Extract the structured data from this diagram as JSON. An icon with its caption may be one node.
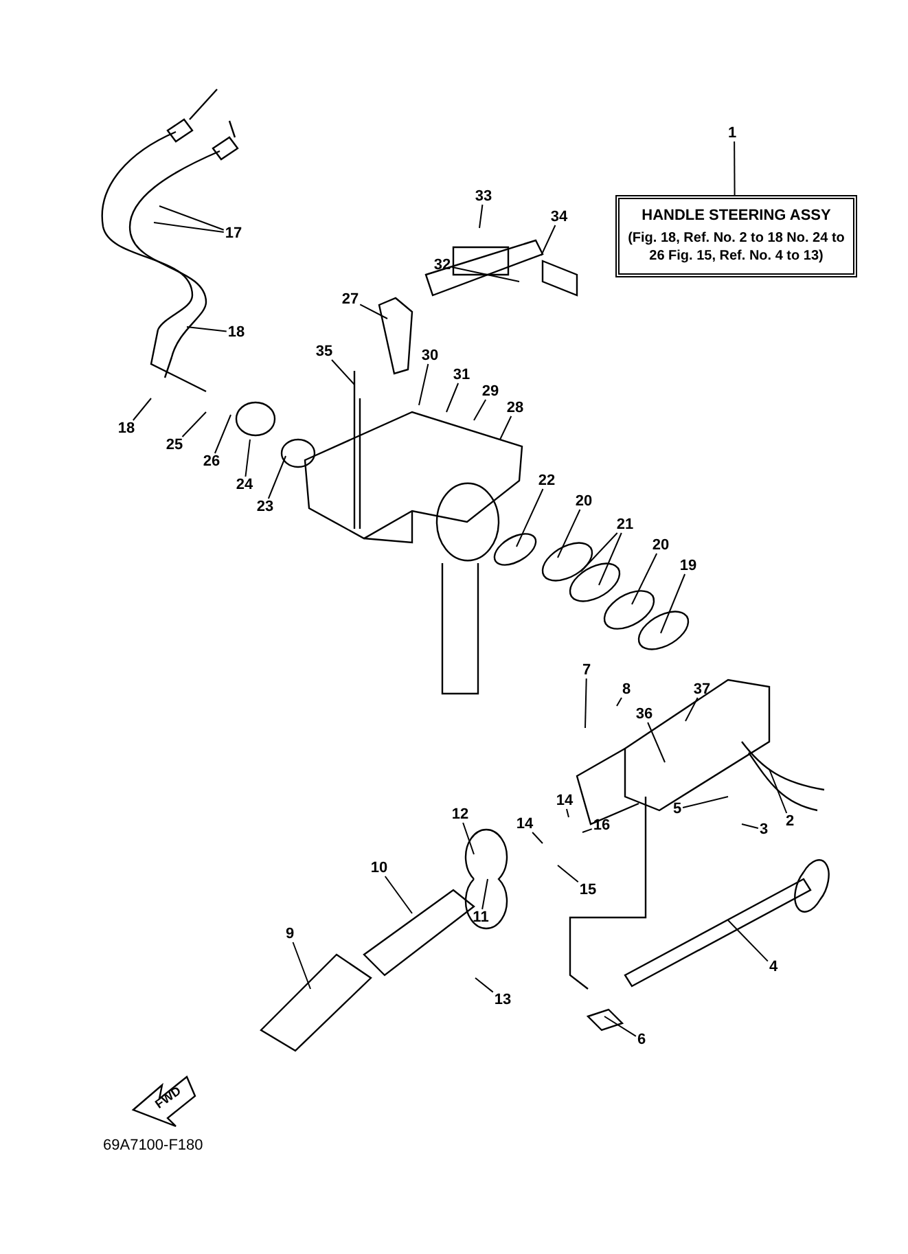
{
  "diagram": {
    "nodes": [
      {
        "text": [
          "1"
        ]
      },
      {
        "text": [
          "HANDLE STEERING ASSY",
          "(Fig. 18, Ref. No. 2 to 18 No. 24 to 26 Fig. 15, Ref. No. 4 to 13)"
        ]
      },
      {
        "text": [
          "33"
        ]
      },
      {
        "text": [
          "34"
        ]
      },
      {
        "text": [
          "17"
        ]
      },
      {
        "text": [
          "32"
        ]
      },
      {
        "text": [
          "27"
        ]
      },
      {
        "text": [
          "18"
        ]
      },
      {
        "text": [
          "35"
        ]
      },
      {
        "text": [
          "30"
        ]
      },
      {
        "text": [
          "31"
        ]
      },
      {
        "text": [
          "29"
        ]
      },
      {
        "text": [
          "28"
        ]
      },
      {
        "text": [
          "18"
        ]
      },
      {
        "text": [
          "25"
        ]
      },
      {
        "text": [
          "26"
        ]
      },
      {
        "text": [
          "24"
        ]
      },
      {
        "text": [
          "22"
        ]
      },
      {
        "text": [
          "20"
        ]
      },
      {
        "text": [
          "23"
        ]
      },
      {
        "text": [
          "21"
        ]
      },
      {
        "text": [
          "20"
        ]
      },
      {
        "text": [
          "19"
        ]
      },
      {
        "text": [
          "7"
        ]
      },
      {
        "text": [
          "8"
        ]
      },
      {
        "text": [
          "37"
        ]
      },
      {
        "text": [
          "36"
        ]
      },
      {
        "text": [
          "14"
        ]
      },
      {
        "text": [
          "5"
        ]
      },
      {
        "text": [
          "12"
        ]
      },
      {
        "text": [
          "2"
        ]
      },
      {
        "text": [
          "14"
        ]
      },
      {
        "text": [
          "16"
        ]
      },
      {
        "text": [
          "3"
        ]
      },
      {
        "text": [
          "10"
        ]
      },
      {
        "text": [
          "15"
        ]
      },
      {
        "text": [
          "11"
        ]
      },
      {
        "text": [
          "9"
        ]
      },
      {
        "text": [
          "4"
        ]
      },
      {
        "text": [
          "13"
        ]
      },
      {
        "text": [
          "6"
        ]
      }
    ],
    "edges": [
      {
        "from": 0,
        "to": 1,
        "arrow": "none"
      },
      {
        "from": 2,
        "to": null,
        "arrow": "none"
      },
      {
        "from": 3,
        "to": null,
        "arrow": "none"
      },
      {
        "from": 4,
        "to": null,
        "arrow": "none"
      },
      {
        "from": 4,
        "to": null,
        "arrow": "none"
      },
      {
        "from": 5,
        "to": null,
        "arrow": "none"
      },
      {
        "from": 6,
        "to": null,
        "arrow": "none"
      },
      {
        "from": 7,
        "to": null,
        "arrow": "none"
      },
      {
        "from": 8,
        "to": null,
        "arrow": "none"
      },
      {
        "from": 9,
        "to": null,
        "arrow": "none"
      },
      {
        "from": 10,
        "to": null,
        "arrow": "none"
      },
      {
        "from": 11,
        "to": null,
        "arrow": "none"
      },
      {
        "from": 12,
        "to": null,
        "arrow": "none"
      },
      {
        "from": 13,
        "to": null,
        "arrow": "none"
      },
      {
        "from": 14,
        "to": null,
        "arrow": "none"
      },
      {
        "from": 15,
        "to": null,
        "arrow": "none"
      },
      {
        "from": 16,
        "to": null,
        "arrow": "none"
      },
      {
        "from": 17,
        "to": null,
        "arrow": "none"
      },
      {
        "from": 18,
        "to": null,
        "arrow": "none"
      },
      {
        "from": 19,
        "to": null,
        "arrow": "none"
      },
      {
        "from": 20,
        "to": null,
        "arrow": "none"
      },
      {
        "from": 20,
        "to": null,
        "arrow": "none"
      },
      {
        "from": 21,
        "to": null,
        "arrow": "none"
      },
      {
        "from": 22,
        "to": null,
        "arrow": "none"
      },
      {
        "from": 23,
        "to": null,
        "arrow": "none"
      },
      {
        "from": 24,
        "to": null,
        "arrow": "none"
      },
      {
        "from": 25,
        "to": null,
        "arrow": "none"
      },
      {
        "from": 26,
        "to": null,
        "arrow": "none"
      },
      {
        "from": 27,
        "to": null,
        "arrow": "none"
      },
      {
        "from": 28,
        "to": null,
        "arrow": "none"
      },
      {
        "from": 29,
        "to": null,
        "arrow": "none"
      },
      {
        "from": 30,
        "to": null,
        "arrow": "none"
      },
      {
        "from": 31,
        "to": null,
        "arrow": "none"
      },
      {
        "from": 32,
        "to": null,
        "arrow": "none"
      },
      {
        "from": 33,
        "to": null,
        "arrow": "none"
      },
      {
        "from": 34,
        "to": null,
        "arrow": "none"
      },
      {
        "from": 35,
        "to": null,
        "arrow": "none"
      },
      {
        "from": 36,
        "to": null,
        "arrow": "none"
      },
      {
        "from": 37,
        "to": null,
        "arrow": "none"
      },
      {
        "from": 38,
        "to": null,
        "arrow": "none"
      },
      {
        "from": 39,
        "to": null,
        "arrow": "none"
      },
      {
        "from": 40,
        "to": null,
        "arrow": "none"
      }
    ],
    "labels": [
      "FWD",
      "69A7100-F180"
    ]
  }
}
